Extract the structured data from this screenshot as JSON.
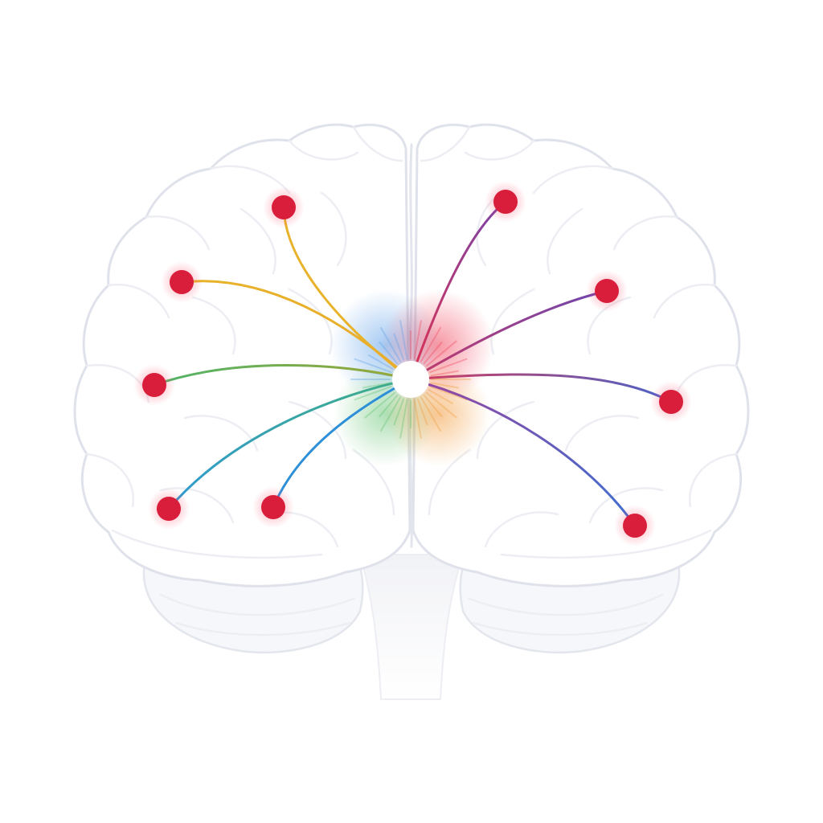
{
  "diagram": {
    "hub": {
      "name": "center-hub",
      "fill": "#ffffff"
    },
    "node_color": "#d81e3a",
    "connections": [
      {
        "name": "node-left-upper",
        "side": "left",
        "colors": [
          "#e8b22a",
          "#e8b22a"
        ]
      },
      {
        "name": "node-left-mid-upper",
        "side": "left",
        "colors": [
          "#e9ad2b",
          "#e8b22a"
        ]
      },
      {
        "name": "node-left-mid",
        "side": "left",
        "colors": [
          "#9aa736",
          "#4fb46a"
        ]
      },
      {
        "name": "node-left-lower",
        "side": "left",
        "colors": [
          "#3fae84",
          "#2f9ad0"
        ]
      },
      {
        "name": "node-left-inner-lower",
        "side": "left",
        "colors": [
          "#2d8fd8",
          "#2d8fd8"
        ]
      },
      {
        "name": "node-right-upper",
        "side": "right",
        "colors": [
          "#e0314f",
          "#7a43a8"
        ]
      },
      {
        "name": "node-right-mid-upper",
        "side": "right",
        "colors": [
          "#c23a6a",
          "#6e46b0"
        ]
      },
      {
        "name": "node-right-mid",
        "side": "right",
        "colors": [
          "#d23b5c",
          "#4b63c8"
        ]
      },
      {
        "name": "node-right-lower",
        "side": "right",
        "colors": [
          "#9a44a0",
          "#3d6fd0"
        ]
      }
    ],
    "glow_colors": {
      "left_top": "#5b9ee8",
      "left_bottom": "#5cc06a",
      "right_top": "#f0435a",
      "right_bottom": "#f29a3a"
    }
  }
}
